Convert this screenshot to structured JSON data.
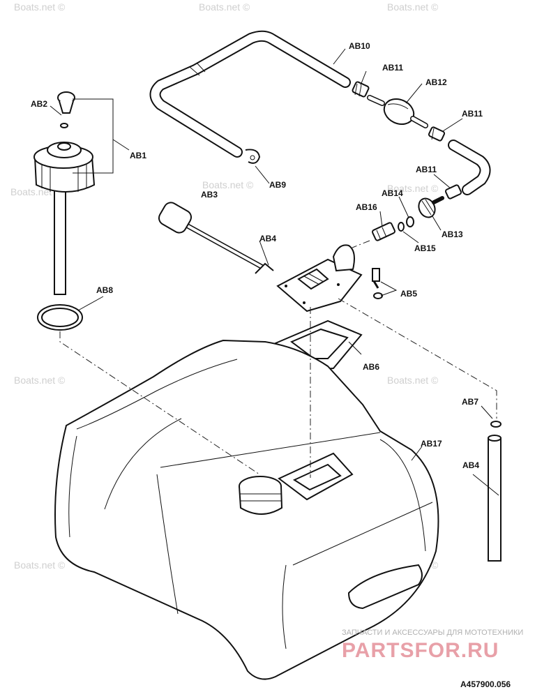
{
  "labels": {
    "ab1": "AB1",
    "ab2": "AB2",
    "ab3": "AB3",
    "ab4_top": "AB4",
    "ab5": "AB5",
    "ab6": "AB6",
    "ab7": "AB7",
    "ab8": "AB8",
    "ab9": "AB9",
    "ab10": "AB10",
    "ab11_a": "AB11",
    "ab11_b": "AB11",
    "ab11_c": "AB11",
    "ab12": "AB12",
    "ab13": "AB13",
    "ab14": "AB14",
    "ab15": "AB15",
    "ab16": "AB16",
    "ab17": "AB17",
    "ab4_right": "AB4"
  },
  "watermark": "Boats.net ©",
  "brand": {
    "tagline": "ЗАПЧАСТИ И АКСЕССУАРЫ ДЛЯ МОТОТЕХНИКИ",
    "name": "PARTSFOR.RU"
  },
  "drawing_code": "A457900.056"
}
